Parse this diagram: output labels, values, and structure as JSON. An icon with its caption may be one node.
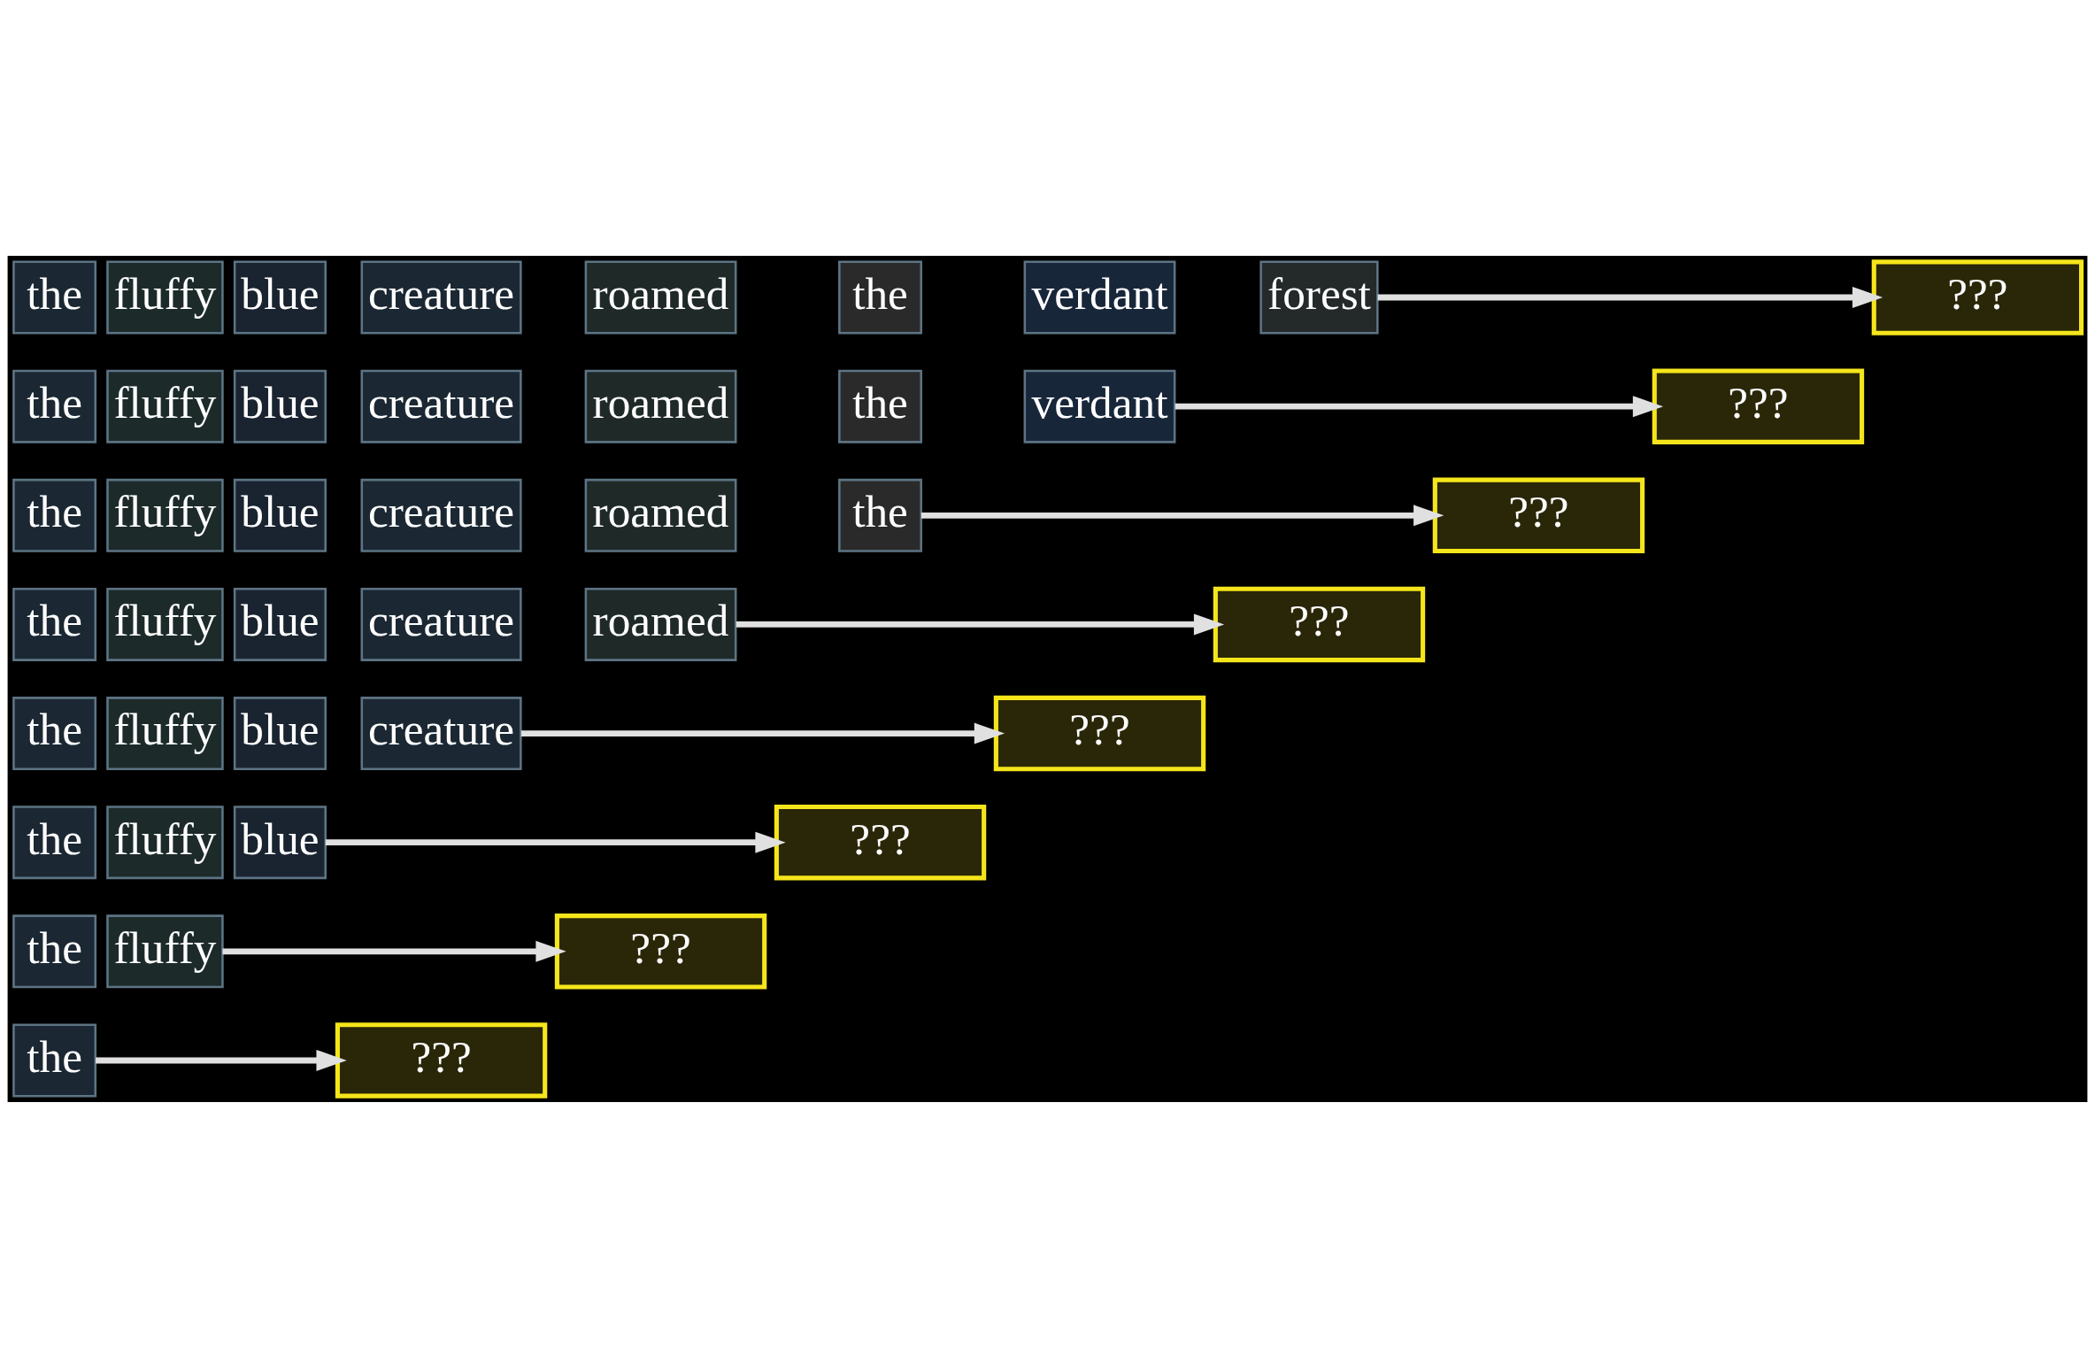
{
  "diagram": {
    "nodes": [
      {
        "text": [
          "the"
        ]
      },
      {
        "text": [
          "???"
        ]
      },
      {
        "text": [
          "the"
        ]
      },
      {
        "text": [
          "fluffy"
        ]
      },
      {
        "text": [
          "???"
        ]
      },
      {
        "text": [
          "the"
        ]
      },
      {
        "text": [
          "fluffy"
        ]
      },
      {
        "text": [
          "blue"
        ]
      },
      {
        "text": [
          "???"
        ]
      },
      {
        "text": [
          "the"
        ]
      },
      {
        "text": [
          "fluffy"
        ]
      },
      {
        "text": [
          "blue"
        ]
      },
      {
        "text": [
          "creature"
        ]
      },
      {
        "text": [
          "???"
        ]
      },
      {
        "text": [
          "the"
        ]
      },
      {
        "text": [
          "fluffy"
        ]
      },
      {
        "text": [
          "blue"
        ]
      },
      {
        "text": [
          "creature"
        ]
      },
      {
        "text": [
          "roamed"
        ]
      },
      {
        "text": [
          "???"
        ]
      },
      {
        "text": [
          "the"
        ]
      },
      {
        "text": [
          "fluffy"
        ]
      },
      {
        "text": [
          "blue"
        ]
      },
      {
        "text": [
          "creature"
        ]
      },
      {
        "text": [
          "roamed"
        ]
      },
      {
        "text": [
          "the"
        ]
      },
      {
        "text": [
          "???"
        ]
      },
      {
        "text": [
          "the"
        ]
      },
      {
        "text": [
          "fluffy"
        ]
      },
      {
        "text": [
          "blue"
        ]
      },
      {
        "text": [
          "creature"
        ]
      },
      {
        "text": [
          "roamed"
        ]
      },
      {
        "text": [
          "the"
        ]
      },
      {
        "text": [
          "verdant"
        ]
      },
      {
        "text": [
          "???"
        ]
      },
      {
        "text": [
          "the"
        ]
      },
      {
        "text": [
          "fluffy"
        ]
      },
      {
        "text": [
          "blue"
        ]
      },
      {
        "text": [
          "creature"
        ]
      },
      {
        "text": [
          "roamed"
        ]
      },
      {
        "text": [
          "the"
        ]
      },
      {
        "text": [
          "verdant"
        ]
      },
      {
        "text": [
          "forest"
        ]
      },
      {
        "text": [
          "???"
        ]
      }
    ],
    "edges": [
      {
        "from": 0,
        "to": 1,
        "arrow": "to"
      },
      {
        "from": 3,
        "to": 4,
        "arrow": "to"
      },
      {
        "from": 7,
        "to": 8,
        "arrow": "to"
      },
      {
        "from": 12,
        "to": 13,
        "arrow": "to"
      },
      {
        "from": 18,
        "to": 19,
        "arrow": "to"
      },
      {
        "from": 25,
        "to": 26,
        "arrow": "to"
      },
      {
        "from": 33,
        "to": 34,
        "arrow": "to"
      },
      {
        "from": 42,
        "to": 43,
        "arrow": "to"
      }
    ]
  }
}
